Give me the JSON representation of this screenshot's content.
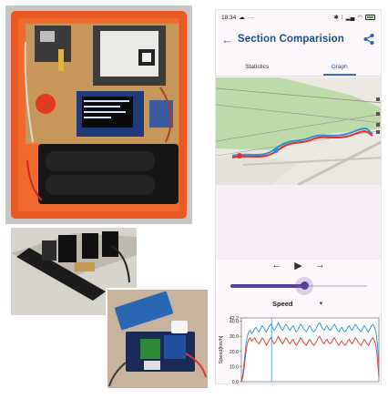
{
  "phone": {
    "status": {
      "time": "18:34",
      "icons_left": [
        "cloud-icon",
        "more-icon"
      ],
      "icons_right": [
        "bluetooth-icon",
        "vibrate-icon",
        "signal-icon",
        "wifi-icon",
        "battery-icon"
      ]
    },
    "appbar": {
      "title": "Section Comparision",
      "back_icon": "arrow-left-icon",
      "share_icon": "share-icon"
    },
    "tabs": [
      {
        "label": "Statistics",
        "active": false
      },
      {
        "label": "Graph",
        "active": true
      }
    ],
    "playback": {
      "prev_icon": "arrow-left-icon",
      "play_icon": "play-icon",
      "next_icon": "arrow-right-icon",
      "position_fraction": 0.54
    },
    "metric_select": {
      "value": "Speed"
    }
  },
  "colors": {
    "accent": "#1f4d8f",
    "series_blue": "#2e8fd8",
    "series_red": "#e0312c",
    "map_green": "#b9d9a6",
    "background": "#fdf8fb"
  },
  "chart_data": {
    "type": "line",
    "title": "",
    "xlabel": "",
    "ylabel": "Speed[km/h]",
    "ylim": [
      0,
      42.2
    ],
    "yticks": [
      0.0,
      10.0,
      20.0,
      30.0,
      40.0,
      42.2
    ],
    "ytick_labels": [
      "0.0",
      "10.0",
      "20.0",
      "30.0",
      "40.0",
      "42.2"
    ],
    "cursor_x_fraction": 0.22,
    "grid": false,
    "series": [
      {
        "color": "#2e8fd8",
        "values": [
          0,
          5,
          14,
          24,
          30,
          33,
          34,
          32,
          33,
          35,
          36,
          34,
          33,
          35,
          37,
          36,
          34,
          33,
          35,
          37,
          38,
          36,
          34,
          35,
          37,
          39,
          37,
          35,
          34,
          36,
          38,
          37,
          35,
          34,
          36,
          37,
          35,
          33,
          34,
          36,
          38,
          37,
          35,
          34,
          33,
          35,
          37,
          36,
          34,
          33,
          34,
          36,
          38,
          39,
          37,
          35,
          34,
          36,
          37,
          35,
          34,
          35,
          37,
          38,
          36,
          34,
          33,
          35,
          36,
          34,
          33,
          34,
          36,
          37,
          35,
          34,
          36,
          38,
          37,
          35,
          34,
          33,
          35,
          37,
          36,
          34,
          33,
          35,
          37,
          38,
          36,
          33,
          25,
          10
        ]
      },
      {
        "color": "#e0312c",
        "values": [
          0,
          3,
          10,
          19,
          25,
          28,
          29,
          27,
          28,
          29,
          27,
          26,
          25,
          27,
          29,
          28,
          26,
          24,
          26,
          28,
          29,
          27,
          25,
          26,
          28,
          30,
          28,
          26,
          25,
          27,
          29,
          28,
          26,
          25,
          27,
          28,
          26,
          24,
          25,
          27,
          29,
          28,
          26,
          25,
          24,
          26,
          28,
          27,
          25,
          24,
          25,
          27,
          29,
          30,
          28,
          26,
          25,
          27,
          28,
          26,
          25,
          26,
          28,
          29,
          27,
          25,
          24,
          26,
          27,
          25,
          24,
          25,
          27,
          28,
          26,
          25,
          27,
          29,
          28,
          26,
          25,
          24,
          26,
          28,
          27,
          25,
          24,
          26,
          28,
          29,
          27,
          24,
          15,
          3
        ]
      }
    ]
  }
}
